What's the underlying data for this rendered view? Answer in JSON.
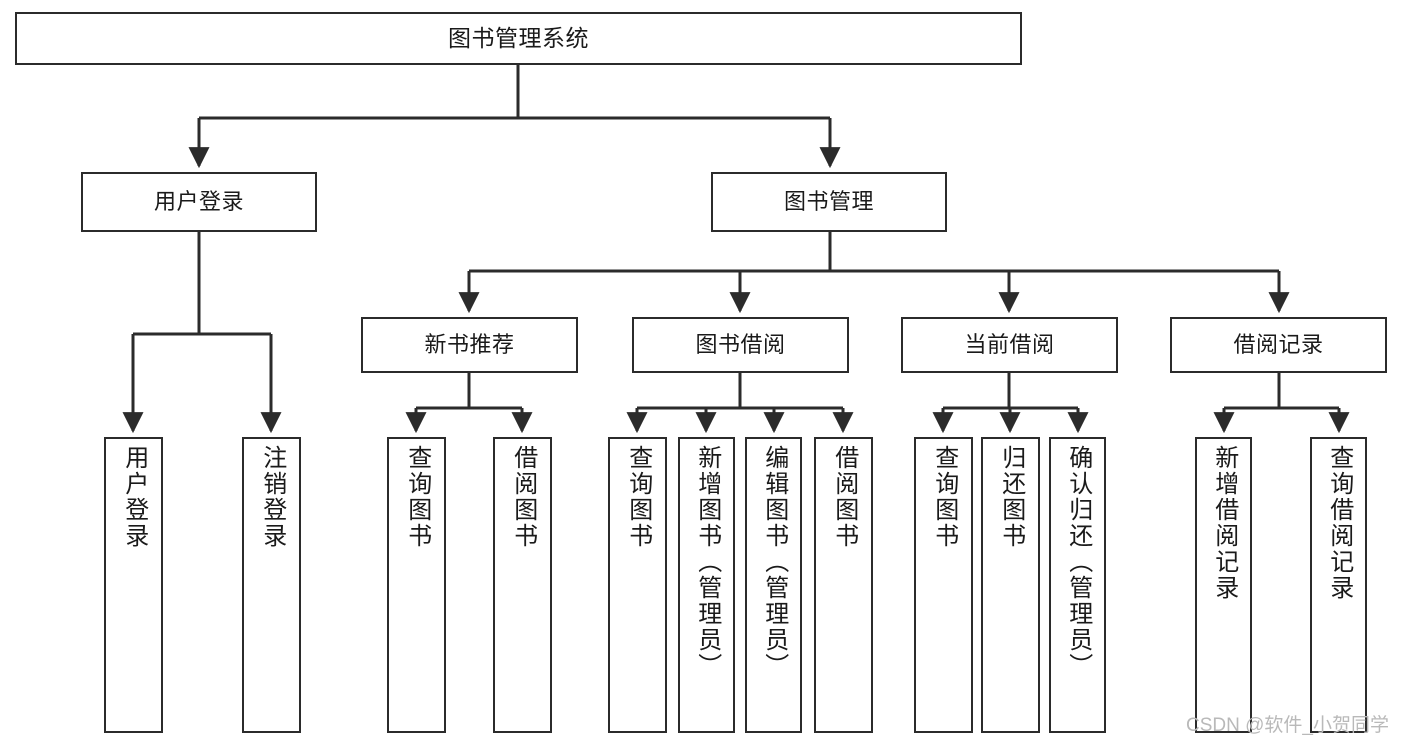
{
  "diagram": {
    "title": "图书管理系统",
    "type": "tree",
    "orientation": "top-down",
    "colors": {
      "background": "#ffffff",
      "box_border": "#2b2b2b",
      "box_fill": "#ffffff",
      "connector": "#2b2b2b",
      "text": "#1a1a1a",
      "watermark": "#b9b9b9"
    },
    "nodes": {
      "root": {
        "label": "图书管理系统"
      },
      "level2": [
        {
          "label": "用户登录"
        },
        {
          "label": "图书管理"
        }
      ],
      "level3": [
        {
          "label": "新书推荐"
        },
        {
          "label": "图书借阅"
        },
        {
          "label": "当前借阅"
        },
        {
          "label": "借阅记录"
        }
      ],
      "leaves": {
        "user_login": [
          {
            "label": "用户登录"
          },
          {
            "label": "注销登录"
          }
        ],
        "new_book_recommend": [
          {
            "label": "查询图书"
          },
          {
            "label": "借阅图书"
          }
        ],
        "book_borrow": [
          {
            "label": "查询图书"
          },
          {
            "label": "新增图书（管理员）"
          },
          {
            "label": "编辑图书（管理员）"
          },
          {
            "label": "借阅图书"
          }
        ],
        "current_borrow": [
          {
            "label": "查询图书"
          },
          {
            "label": "归还图书"
          },
          {
            "label": "确认归还（管理员）"
          }
        ],
        "borrow_record": [
          {
            "label": "新增借阅记录"
          },
          {
            "label": "查询借阅记录"
          }
        ]
      }
    },
    "watermark": "CSDN @软件_小贺同学"
  }
}
